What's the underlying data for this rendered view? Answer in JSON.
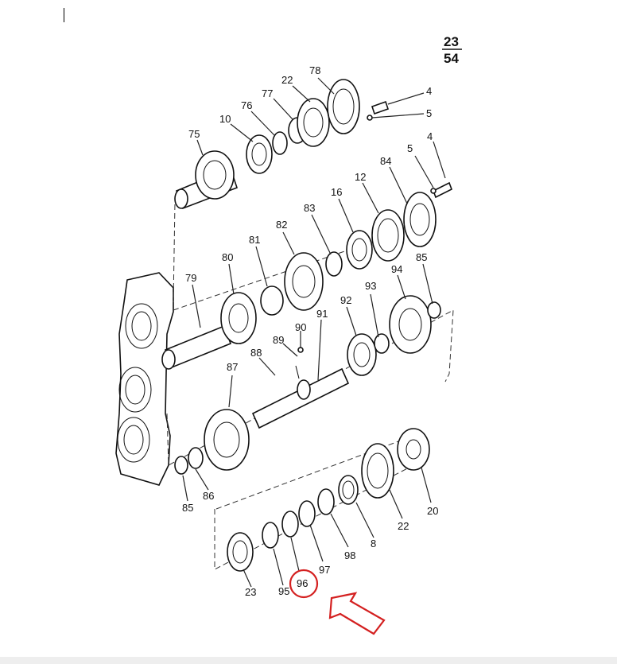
{
  "diagram": {
    "page_fraction": {
      "numerator": "23",
      "denominator": "54"
    },
    "part_labels": [
      "78",
      "22",
      "77",
      "76",
      "10",
      "75",
      "4",
      "5",
      "5",
      "4",
      "84",
      "12",
      "16",
      "83",
      "82",
      "81",
      "80",
      "79",
      "85",
      "94",
      "93",
      "92",
      "91",
      "90",
      "89",
      "88",
      "87",
      "86",
      "85",
      "20",
      "22",
      "8",
      "98",
      "97",
      "96",
      "95",
      "23"
    ],
    "highlight": {
      "label": "96",
      "color": "#d42020"
    }
  }
}
